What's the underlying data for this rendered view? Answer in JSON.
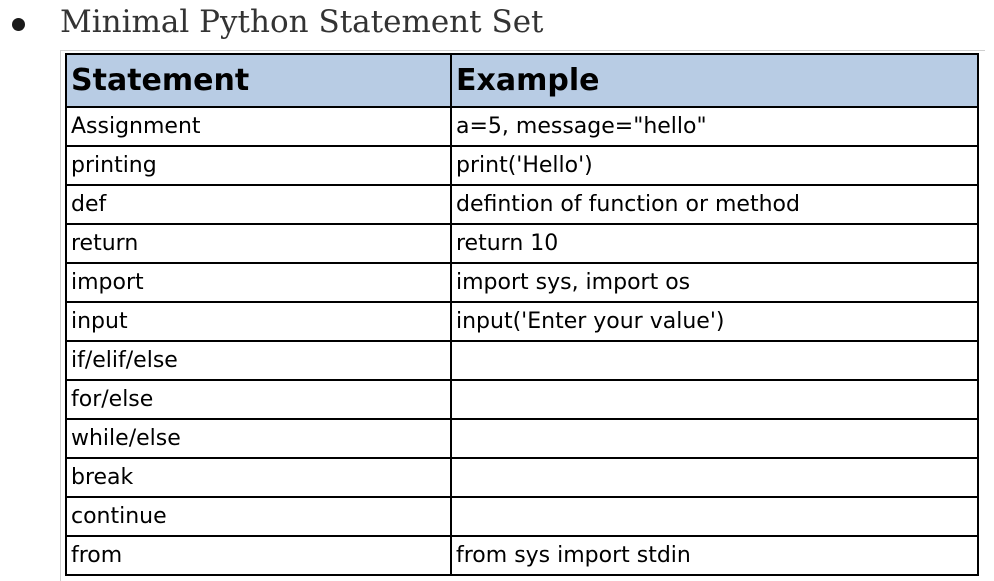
{
  "heading": "Minimal Python Statement Set",
  "table": {
    "headers": [
      "Statement",
      "Example"
    ],
    "rows": [
      {
        "statement": "Assignment",
        "example": "a=5, message=\"hello\""
      },
      {
        "statement": "printing",
        "example": "print('Hello')"
      },
      {
        "statement": "def",
        "example": "defintion of function or method"
      },
      {
        "statement": "return",
        "example": "return 10"
      },
      {
        "statement": "import",
        "example": "import sys, import os"
      },
      {
        "statement": "input",
        "example": "input('Enter your value')"
      },
      {
        "statement": "if/elif/else",
        "example": ""
      },
      {
        "statement": "for/else",
        "example": ""
      },
      {
        "statement": "while/else",
        "example": ""
      },
      {
        "statement": "break",
        "example": ""
      },
      {
        "statement": "continue",
        "example": ""
      },
      {
        "statement": "from",
        "example": "from sys import stdin"
      }
    ]
  },
  "colors": {
    "header_fill": "#b8cce4",
    "border": "#000000",
    "heading_text": "#333333"
  }
}
